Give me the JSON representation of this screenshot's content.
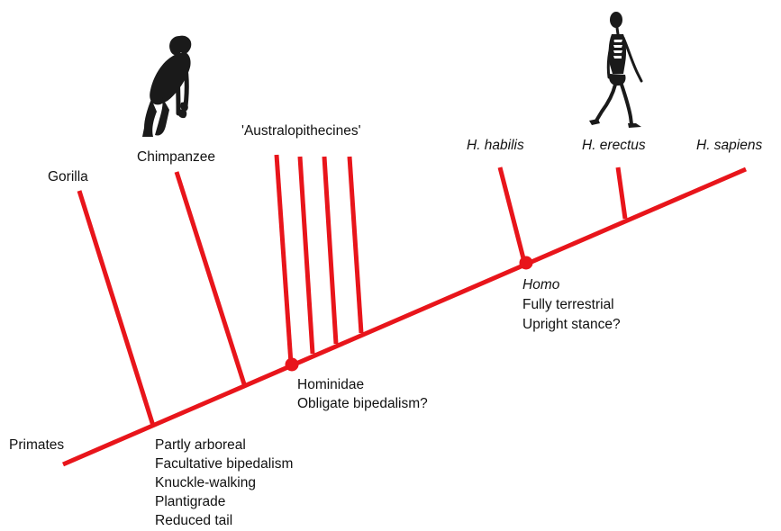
{
  "taxa": {
    "gorilla": "Gorilla",
    "chimpanzee": "Chimpanzee",
    "australopithecines": "'Australopithecines'",
    "h_habilis": "H. habilis",
    "h_erectus": "H. erectus",
    "h_sapiens": "H. sapiens",
    "primates": "Primates"
  },
  "nodes": {
    "primates_traits": [
      "Partly arboreal",
      "Facultative bipedalism",
      "Knuckle-walking",
      "Plantigrade",
      "Reduced tail"
    ],
    "hominidae": {
      "name": "Hominidae",
      "trait": "Obligate bipedalism?"
    },
    "homo": {
      "name": "Homo",
      "traits": [
        "Fully terrestrial",
        "Upright stance?"
      ]
    }
  },
  "colors": {
    "branch": "#e8151b",
    "text": "#111111",
    "figure": "#1a1a1a"
  },
  "icons": {
    "chimp": "chimpanzee-silhouette-icon",
    "human": "walking-human-skeleton-icon"
  }
}
